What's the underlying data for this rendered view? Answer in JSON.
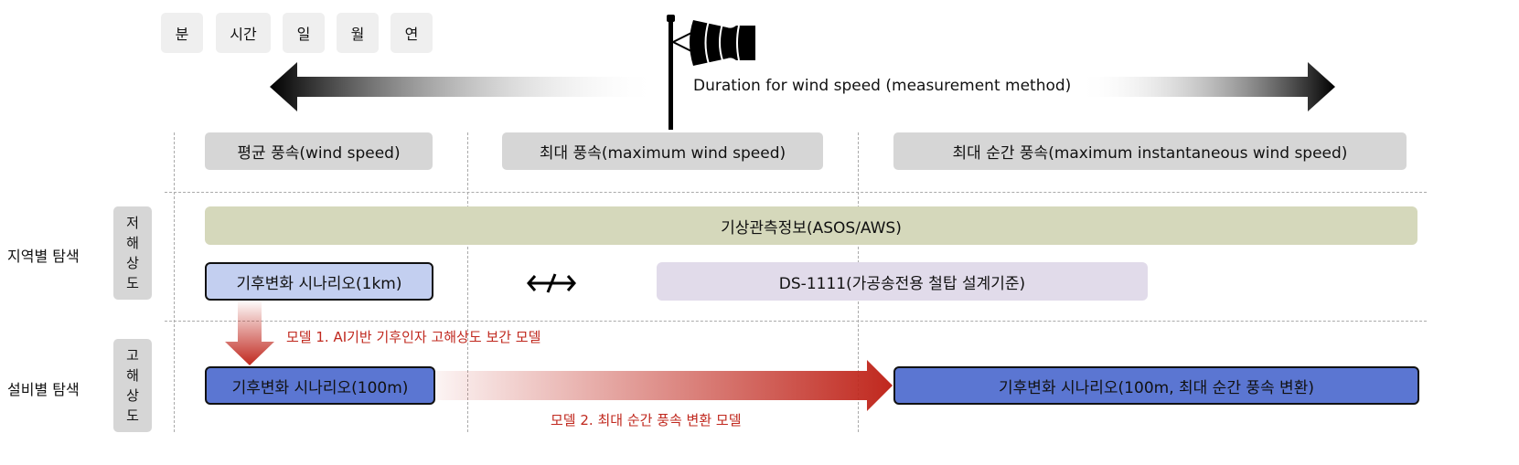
{
  "time_units": [
    "분",
    "시간",
    "일",
    "월",
    "연"
  ],
  "duration_label": "Duration for wind speed (measurement method)",
  "categories": [
    "평균 풍속(wind speed)",
    "최대 풍속(maximum wind speed)",
    "최대 순간 풍속(maximum instantaneous wind speed)"
  ],
  "rows": {
    "regional": "지역별 탐색",
    "facility": "설비별 탐색"
  },
  "resolution": {
    "low": [
      "저",
      "해",
      "상",
      "도"
    ],
    "high": [
      "고",
      "해",
      "상",
      "도"
    ]
  },
  "boxes": {
    "asos": "기상관측정보(ASOS/AWS)",
    "scenario_1km": "기후변화 시나리오(1km)",
    "ds": "DS-1111(가공송전용 철탑 설계기준)",
    "scenario_100m": "기후변화 시나리오(100m)",
    "scenario_100m_max": "기후변화 시나리오(100m, 최대 순간 풍속 변환)"
  },
  "models": {
    "model1": "모델 1. AI기반 기후인자 고해상도 보간 모델",
    "model2": "모델 2. 최대 순간 풍속 변환 모델"
  },
  "colors": {
    "light_blue": "#c3cff0",
    "blue": "#5b76d2",
    "purple": "#e1dbea",
    "olive": "#d5d8bb",
    "red": "#c0281e"
  }
}
